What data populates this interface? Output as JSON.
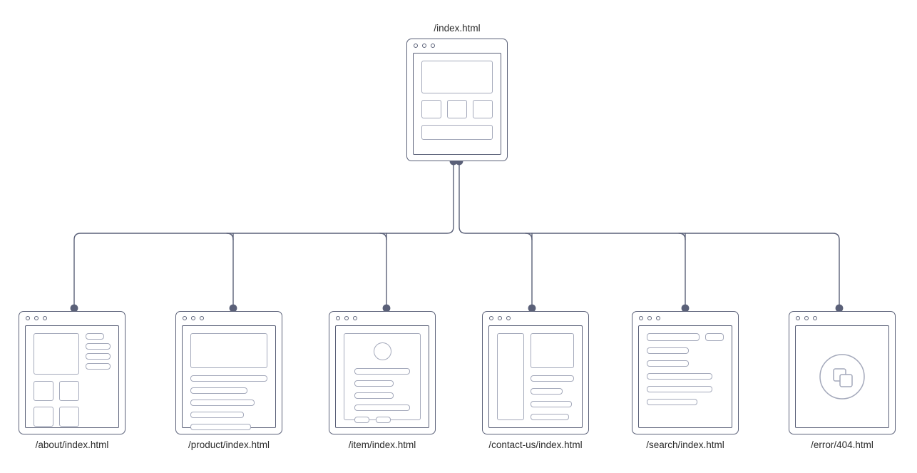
{
  "diagram": {
    "type": "sitemap-tree",
    "background_color": "#ffffff",
    "frame_color": "#5a6078",
    "wireframe_color": "#a4a9bb",
    "connector_color": "#5a6078",
    "node_dot_color": "#5a6078",
    "label_color": "#2c2c2c"
  },
  "root": {
    "label": "/index.html",
    "label_position": "above",
    "window_dots": [
      "dot-1",
      "dot-2",
      "dot-3"
    ],
    "wireframe": {
      "hero": "hero-block",
      "cards": [
        "card-1",
        "card-2",
        "card-3"
      ],
      "bar": "wide-bar"
    }
  },
  "children": [
    {
      "id": "about",
      "label": "/about/index.html",
      "label_position": "below",
      "window_dots": [
        "dot-1",
        "dot-2",
        "dot-3"
      ],
      "wireframe": {
        "thumbnail": "image-placeholder",
        "text_lines": 4,
        "grid_tiles": 4
      }
    },
    {
      "id": "product",
      "label": "/product/index.html",
      "label_position": "below",
      "window_dots": [
        "dot-1",
        "dot-2",
        "dot-3"
      ],
      "wireframe": {
        "hero": "hero-block",
        "text_lines": 5
      }
    },
    {
      "id": "item",
      "label": "/item/index.html",
      "label_position": "below",
      "window_dots": [
        "dot-1",
        "dot-2",
        "dot-3"
      ],
      "wireframe": {
        "card": "inner-card",
        "avatar": "avatar-circle",
        "text_lines": 4,
        "buttons": 2
      }
    },
    {
      "id": "contact-us",
      "label": "/contact-us/index.html",
      "label_position": "below",
      "window_dots": [
        "dot-1",
        "dot-2",
        "dot-3"
      ],
      "wireframe": {
        "sidebar": "side-panel",
        "hero": "hero-block",
        "text_lines": 4
      }
    },
    {
      "id": "search",
      "label": "/search/index.html",
      "label_position": "below",
      "window_dots": [
        "dot-1",
        "dot-2",
        "dot-3"
      ],
      "wireframe": {
        "search_field": "search-input",
        "search_button": "search-submit",
        "result_lines": 5
      }
    },
    {
      "id": "error",
      "label": "/error/404.html",
      "label_position": "below",
      "window_dots": [
        "dot-1",
        "dot-2",
        "dot-3"
      ],
      "wireframe": {
        "circle": "status-circle",
        "icon": "broken-page-icon"
      }
    }
  ]
}
